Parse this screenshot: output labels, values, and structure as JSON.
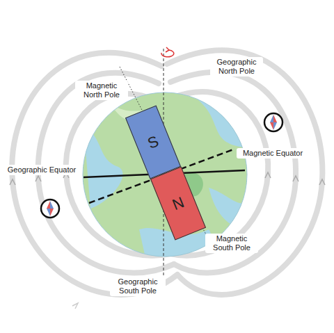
{
  "diagram": {
    "nodes": [
      {
        "text": [
          "S"
        ]
      },
      {
        "text": [
          "N"
        ]
      }
    ],
    "labels": [
      "Geographic North Pole",
      "Magnetic North Pole",
      "Magnetic Equator",
      "Geographic Equator",
      "Magnetic South Pole",
      "Geographic South Pole"
    ]
  }
}
